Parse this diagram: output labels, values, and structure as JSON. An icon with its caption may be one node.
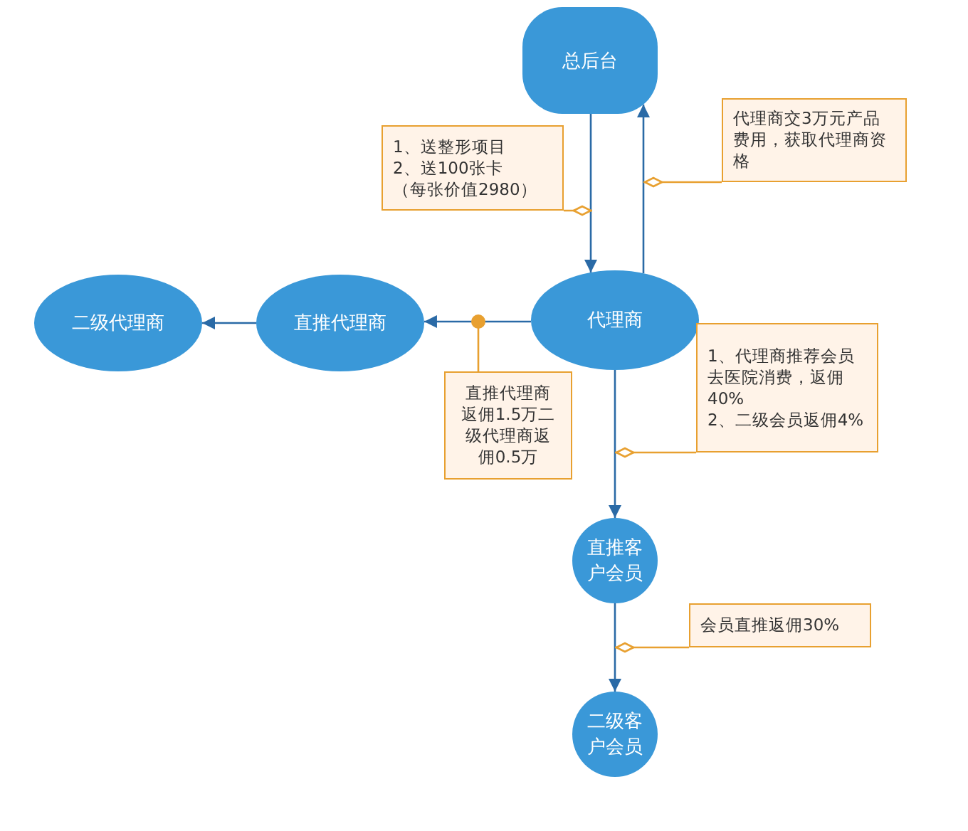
{
  "diagram": {
    "nodes": [
      {
        "text": [
          "总后台"
        ]
      },
      {
        "text": [
          "代理商"
        ]
      },
      {
        "text": [
          "直推代理商"
        ]
      },
      {
        "text": [
          "二级代理商"
        ]
      },
      {
        "text": [
          "直推客户会员"
        ]
      },
      {
        "text": [
          "二级客户会员"
        ]
      },
      {
        "text": [
          "1、送整形项目",
          "2、送100张卡",
          "（每张价值2980）"
        ]
      },
      {
        "text": [
          "代理商交3万元产品费用，获取代理商资格"
        ]
      },
      {
        "text": [
          "直推代理商返佣1.5万二级代理商返佣0.5万"
        ]
      },
      {
        "text": [
          "1、代理商推荐会员去医院消费，返佣40%",
          "2、二级会员返佣4%"
        ]
      },
      {
        "text": [
          "会员直推返佣30%"
        ]
      }
    ],
    "edges": [
      {
        "from": 0,
        "to": 1,
        "arrow": "to"
      },
      {
        "from": 1,
        "to": 0,
        "arrow": "to"
      },
      {
        "from": 1,
        "to": 2,
        "arrow": "to"
      },
      {
        "from": 2,
        "to": 3,
        "arrow": "to"
      },
      {
        "from": 1,
        "to": 4,
        "arrow": "to"
      },
      {
        "from": 4,
        "to": 5,
        "arrow": "to"
      },
      {
        "from": 6,
        "to": null,
        "arrow": "other",
        "color": "#e8a030"
      },
      {
        "from": 7,
        "to": null,
        "arrow": "other",
        "color": "#e8a030"
      },
      {
        "from": 8,
        "to": null,
        "arrow": "other",
        "color": "#e8a030"
      },
      {
        "from": 9,
        "to": null,
        "arrow": "other",
        "color": "#e8a030"
      },
      {
        "from": 10,
        "to": null,
        "arrow": "other",
        "color": "#e8a030"
      }
    ]
  }
}
